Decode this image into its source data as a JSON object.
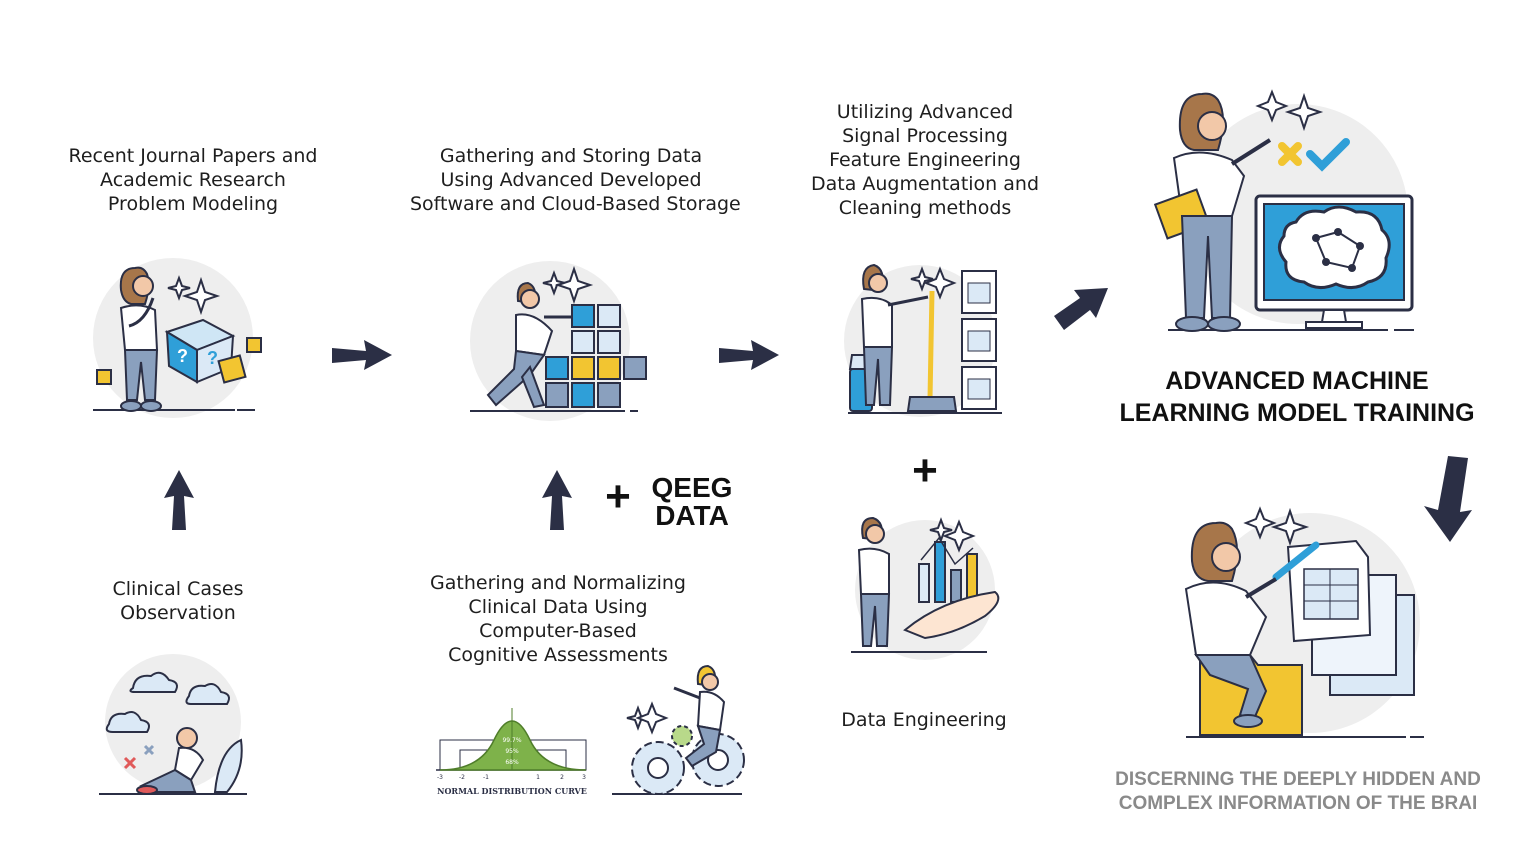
{
  "captions": {
    "research": [
      "Recent Journal Papers and",
      "Academic Research",
      "Problem Modeling"
    ],
    "storage": [
      "Gathering and Storing Data",
      "Using Advanced Developed",
      "Software and Cloud-Based Storage"
    ],
    "signal": [
      "Utilizing Advanced",
      "Signal Processing",
      "Feature Engineering",
      "Data Augmentation and",
      "Cleaning methods"
    ],
    "clinical": [
      "Clinical Cases",
      "Observation"
    ],
    "normalizing": [
      "Gathering and Normalizing",
      "Clinical Data Using",
      "Computer-Based",
      "Cognitive Assessments"
    ],
    "data_engineering": "Data Engineering"
  },
  "plus_symbol": "+",
  "qeeg": [
    "QEEG",
    "DATA"
  ],
  "training_heading": [
    "ADVANCED MACHINE",
    "LEARNING MODEL TRAINING"
  ],
  "discerning": [
    "DISCERNING THE DEEPLY HIDDEN AND",
    "COMPLEX INFORMATION OF THE BRAI"
  ],
  "normal_curve": {
    "label": "NORMAL DISTRIBUTION CURVE",
    "percentages": [
      "99.7%",
      "95%",
      "68%"
    ],
    "ticks": [
      "-3",
      "-2",
      "-1",
      "1",
      "2",
      "3"
    ]
  },
  "colors": {
    "arrow": "#2b2f45",
    "accent_blue": "#2f9fd8",
    "accent_yellow": "#f2c531",
    "trouser": "#8aa0be",
    "skin": "#f2c8a8",
    "hair": "#a7764a",
    "ink": "#2b2f45",
    "circle_bg": "#eeeeee",
    "gray_text": "#8a8a8a",
    "curve_green": "#7eb24a"
  }
}
